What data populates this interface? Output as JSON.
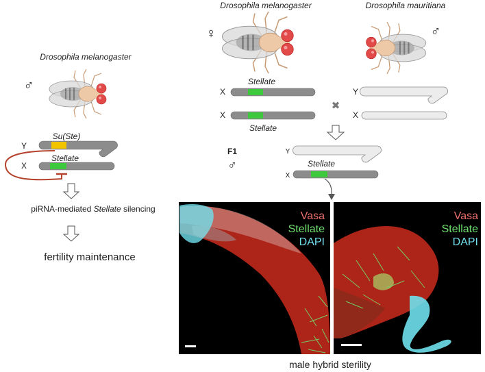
{
  "left_panel": {
    "species": "Drosophila melanogaster",
    "sex_symbol": "♂",
    "y_label": "Y",
    "x_label": "X",
    "su_ste_label": "Su(Ste)",
    "stellate_label": "Stellate",
    "silencing_pre": "piRNA-mediated ",
    "silencing_italic": "Stellate",
    "silencing_post": " silencing",
    "outcome": "fertility maintenance"
  },
  "right_panel": {
    "species_female": "Drosophila melanogaster",
    "species_male": "Drosophila mauritiana",
    "female_symbol": "♀",
    "male_symbol": "♂",
    "x_label_1": "X",
    "x_label_2": "X",
    "y_label": "Y",
    "x_label_m": "X",
    "stellate_top": "Stellate",
    "stellate_bottom": "Stellate",
    "cross_symbol": "✖",
    "f1_label": "F1",
    "f1_symbol": "♂",
    "f1_y_label": "Y",
    "f1_x_label": "X",
    "f1_stellate": "Stellate"
  },
  "micrographs": {
    "left_labels": [
      "Vasa",
      "Stellate",
      "DAPI"
    ],
    "right_labels": [
      "Vasa",
      "Stellate",
      "DAPI"
    ],
    "caption": "male hybrid sterility"
  },
  "colors": {
    "vasa": "#f07070",
    "stellate": "#6ee06e",
    "dapi": "#6fe0ec",
    "chromosome_dark": "#8c8c8c",
    "chromosome_light": "#ececec",
    "stellate_locus": "#3ec83e",
    "su_ste_locus": "#f2c400",
    "pirna_arrow": "#b5442e"
  }
}
